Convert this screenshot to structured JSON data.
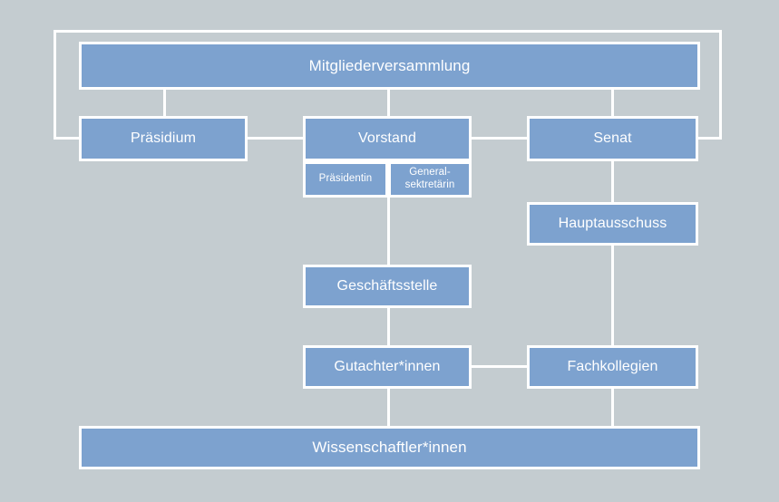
{
  "diagram": {
    "title": "Organigramm",
    "background_color": "#c4ccd0",
    "node_color": "#7da2cf",
    "line_color": "#ffffff",
    "text_color": "#ffffff",
    "nodes": {
      "mitgliederversammlung": {
        "label": "Mitgliederversammlung"
      },
      "praesidium": {
        "label": "Präsidium"
      },
      "vorstand": {
        "label": "Vorstand"
      },
      "senat": {
        "label": "Senat"
      },
      "praesidentin": {
        "label": "Präsidentin"
      },
      "generalsekretaerin_line1": {
        "label": "General-"
      },
      "generalsekretaerin_line2": {
        "label": "sektretärin"
      },
      "hauptausschuss": {
        "label": "Hauptausschuss"
      },
      "geschaeftsstelle": {
        "label": "Geschäftsstelle"
      },
      "gutachter": {
        "label": "Gutachter*innen"
      },
      "fachkollegien": {
        "label": "Fachkollegien"
      },
      "wissenschaftler": {
        "label": "Wissenschaftler*innen"
      }
    }
  }
}
